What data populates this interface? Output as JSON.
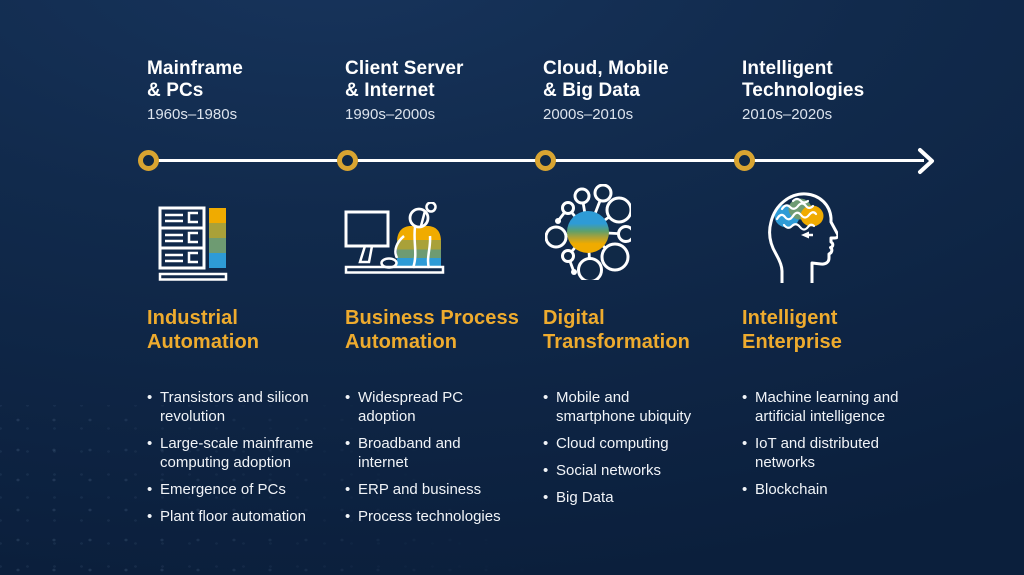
{
  "slide": {
    "type": "technology-era-timeline"
  },
  "palette": {
    "gold": "#EEAB2E",
    "gold_icon": "#F0AB00",
    "ring_gold": "#D8A431",
    "olive": "#A9A139",
    "green": "#6E9B72",
    "teal_green": "#5EA06B",
    "blue": "#2E9BD6",
    "text_dim": "#DCE3ED",
    "background": "#112A4C",
    "timeline": "#FFFFFF"
  },
  "columns": [
    {
      "era": "Mainframe\n& PCs",
      "years": "1960s–1980s",
      "icon": "mainframe-icon",
      "title": "Industrial\nAutomation",
      "bullets": [
        "Transistors and silicon revolution",
        "Large-scale mainframe computing adoption",
        "Emergence of PCs",
        "Plant floor automation"
      ]
    },
    {
      "era": "Client Server\n& Internet",
      "years": "1990s–2000s",
      "icon": "desktop-user-icon",
      "title": "Business Process\nAutomation",
      "bullets": [
        "Widespread PC adoption",
        "Broadband and internet",
        "ERP and business",
        "Process technologies"
      ]
    },
    {
      "era": "Cloud, Mobile\n& Big Data",
      "years": "2000s–2010s",
      "icon": "network-icon",
      "title": "Digital\nTransformation",
      "bullets": [
        "Mobile and smartphone ubiquity",
        "Cloud computing",
        "Social networks",
        "Big Data"
      ]
    },
    {
      "era": "Intelligent\nTechnologies",
      "years": "2010s–2020s",
      "icon": "brain-head-icon",
      "title": "Intelligent\nEnterprise",
      "bullets": [
        "Machine learning and artificial intelligence",
        "IoT and distributed networks",
        "Blockchain"
      ]
    }
  ]
}
